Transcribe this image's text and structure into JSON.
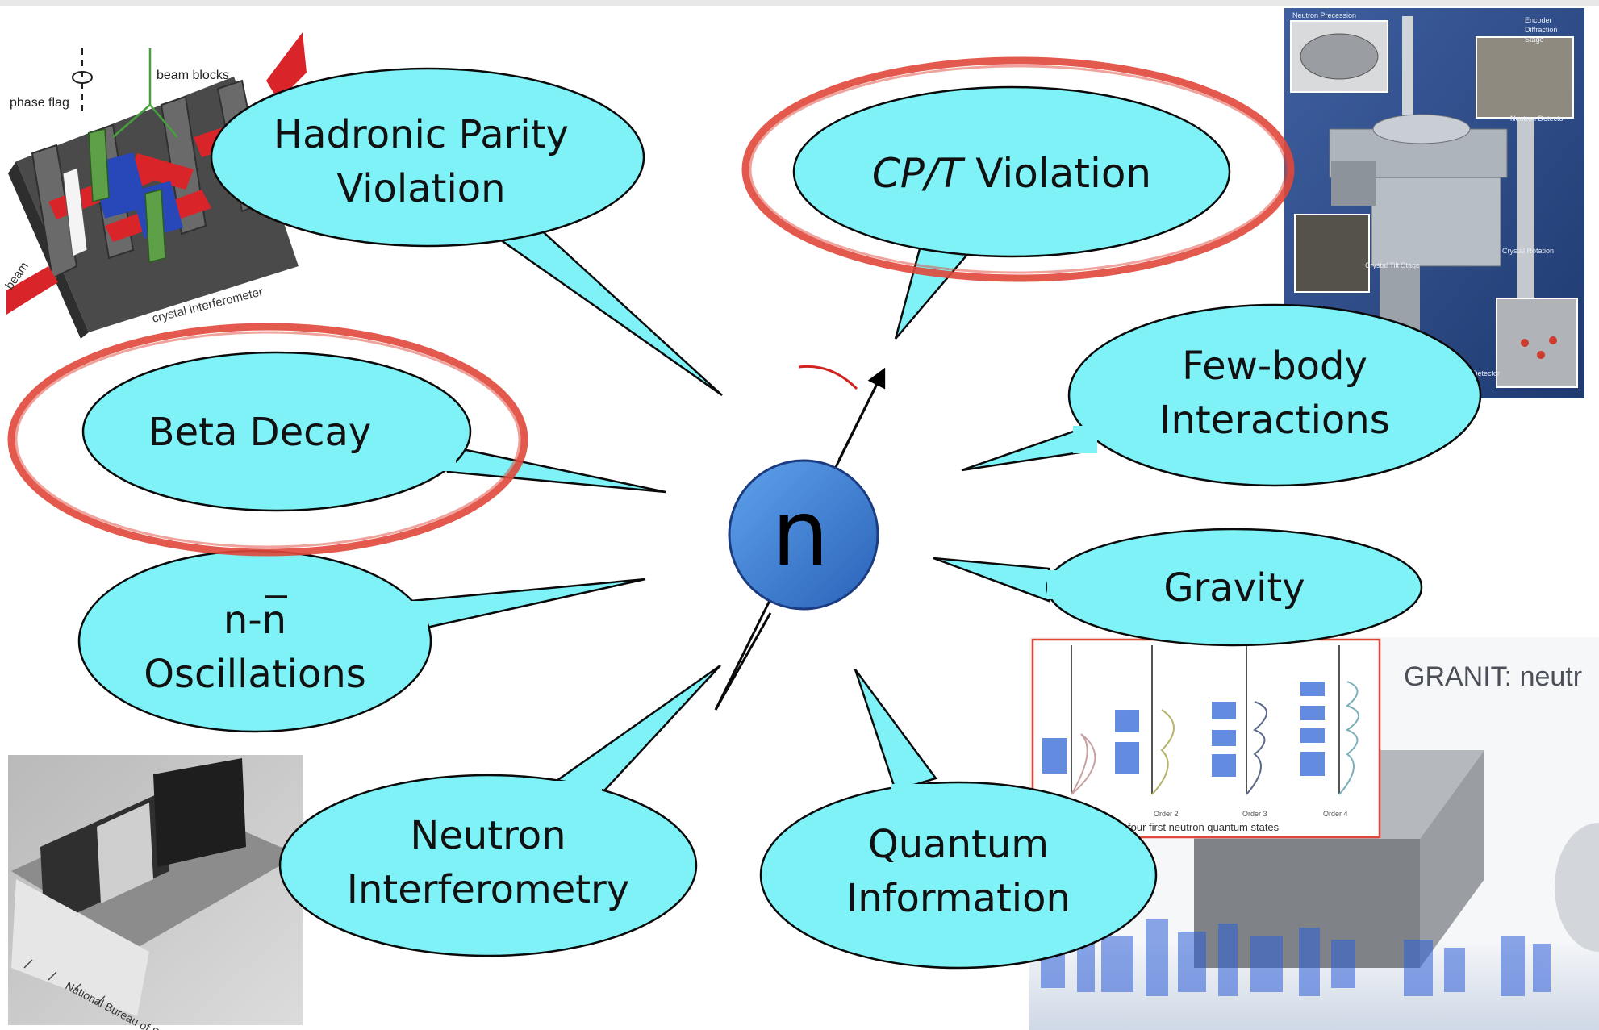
{
  "center_node": {
    "label": "n",
    "fill": "#3a7ed6"
  },
  "bubbles": [
    {
      "id": "hadronic-parity",
      "lines": [
        "Hadronic Parity",
        "Violation"
      ],
      "circled": false
    },
    {
      "id": "cpt-violation",
      "lines": [
        "CP/T Violation"
      ],
      "italic_part": "CP/T",
      "rest_part": " Violation",
      "circled": true
    },
    {
      "id": "beta-decay",
      "lines": [
        "Beta Decay"
      ],
      "circled": true
    },
    {
      "id": "few-body",
      "lines": [
        "Few-body",
        "Interactions"
      ],
      "circled": false
    },
    {
      "id": "gravity",
      "lines": [
        "Gravity"
      ],
      "circled": false
    },
    {
      "id": "nnbar",
      "lines": [
        "n-n",
        "Oscillations"
      ],
      "circled": false
    },
    {
      "id": "interferometry",
      "lines": [
        "Neutron",
        "Interferometry"
      ],
      "circled": false
    },
    {
      "id": "quantum-info",
      "lines": [
        "Quantum",
        "Information"
      ],
      "circled": false
    }
  ],
  "photos": {
    "interferometer": {
      "labels": [
        "beam blocks",
        "phase flag",
        "crystal interferometer",
        "beam"
      ]
    },
    "edm_apparatus": {
      "labels": [
        "Neutron Precession",
        "Encoder",
        "Diffraction",
        "Stage",
        "Neutron Detector",
        "Crystal Rotation",
        "Crystal Tilt Stage",
        "Detector"
      ]
    },
    "granit": {
      "title": "GRANIT: neutr",
      "caption": "The four first neutron quantum states",
      "orders": [
        "Order 2",
        "Order 3",
        "Order 4"
      ]
    },
    "crystal": {
      "ruler_text": "National Bureau of Standards"
    }
  },
  "colors": {
    "bubble_fill": "#7ff2f7",
    "bubble_stroke": "#0a0a0a",
    "red_circle": "#e0473a",
    "node_fill": "#3a7ed6"
  }
}
